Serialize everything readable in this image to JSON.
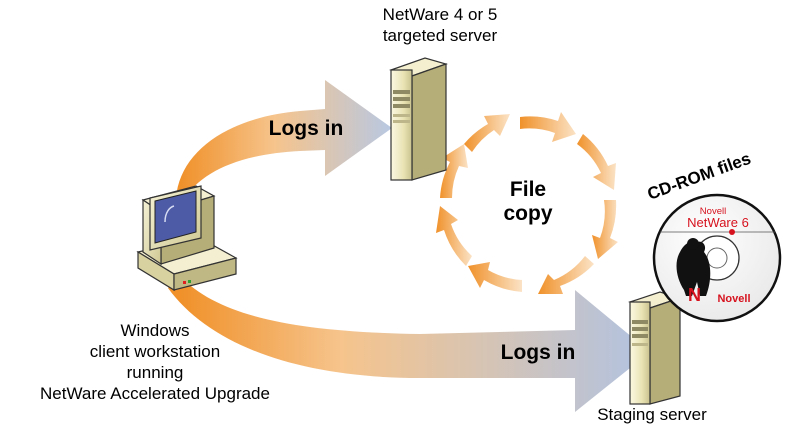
{
  "labels": {
    "target_server": [
      "NetWare 4 or 5",
      "targeted server"
    ],
    "workstation": [
      "Windows",
      "client workstation",
      "running",
      "NetWare Accelerated Upgrade"
    ],
    "staging_server": "Staging server",
    "logs_in_top": "Logs in",
    "logs_in_bottom": "Logs in",
    "file_copy": [
      "File",
      "copy"
    ],
    "cdrom_caption": "CD-ROM files"
  },
  "cd_disc": {
    "brand_top": "Novell",
    "product": "NetWare 6",
    "brand_bottom": "Novell",
    "logo_letter": "N"
  },
  "colors": {
    "arrow_orange": "#f0912a",
    "arrow_blue": "#b9c8e1",
    "server_body": "#e9e3b4",
    "monitor_screen": "#4d5aa6",
    "brand_red": "#d6121e"
  }
}
